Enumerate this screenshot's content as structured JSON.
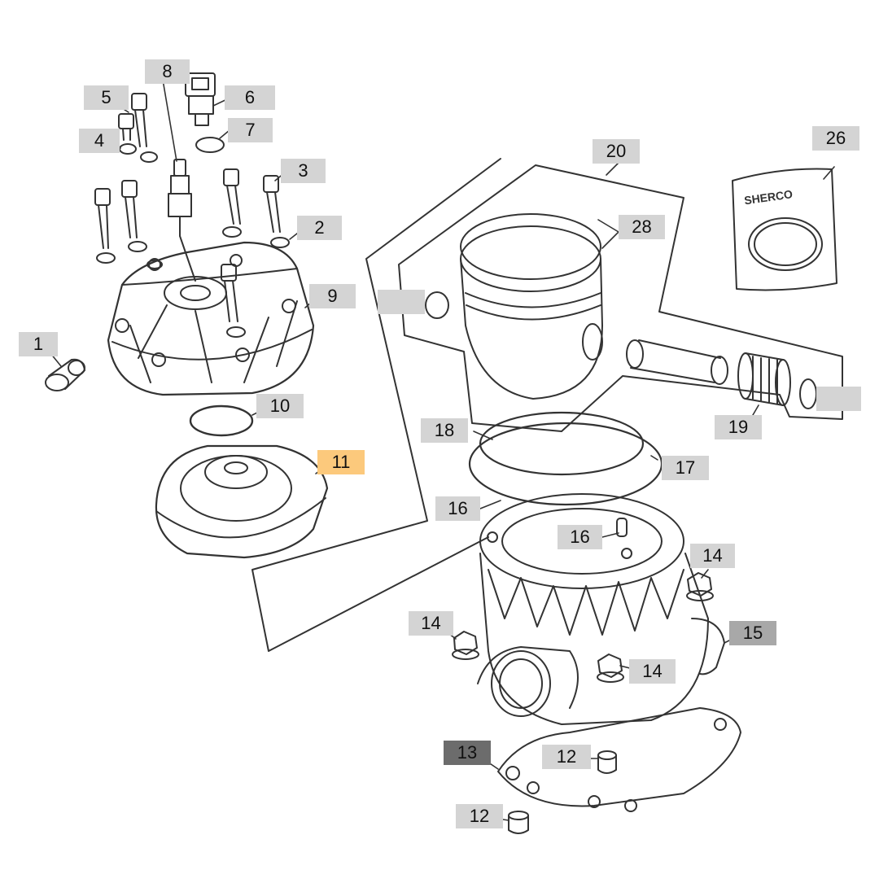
{
  "diagram": {
    "colors": {
      "label_bg": "#d4d4d4",
      "highlight": "#fcc97c",
      "dark_label": "#6c6c6c",
      "line": "#333333"
    },
    "callouts": [
      {
        "id": "c1",
        "text": "1"
      },
      {
        "id": "c2",
        "text": "2"
      },
      {
        "id": "c3",
        "text": "3"
      },
      {
        "id": "c4",
        "text": "4"
      },
      {
        "id": "c5",
        "text": "5"
      },
      {
        "id": "c6",
        "text": "6"
      },
      {
        "id": "c7",
        "text": "7"
      },
      {
        "id": "c8",
        "text": "8"
      },
      {
        "id": "c9",
        "text": "9"
      },
      {
        "id": "c10",
        "text": "10"
      },
      {
        "id": "c11",
        "text": "11",
        "highlighted": true
      },
      {
        "id": "c12a",
        "text": "12"
      },
      {
        "id": "c12b",
        "text": "12"
      },
      {
        "id": "c13",
        "text": "13"
      },
      {
        "id": "c14a",
        "text": "14"
      },
      {
        "id": "c14b",
        "text": "14"
      },
      {
        "id": "c14c",
        "text": "14"
      },
      {
        "id": "c15",
        "text": "15"
      },
      {
        "id": "c16a",
        "text": "16"
      },
      {
        "id": "c16b",
        "text": "16"
      },
      {
        "id": "c17",
        "text": "17"
      },
      {
        "id": "c18",
        "text": "18"
      },
      {
        "id": "c19",
        "text": "19"
      },
      {
        "id": "c20",
        "text": "20"
      },
      {
        "id": "c26",
        "text": "26"
      },
      {
        "id": "c28",
        "text": "28"
      },
      {
        "id": "cblank1",
        "text": ""
      },
      {
        "id": "cblank2",
        "text": ""
      }
    ]
  }
}
